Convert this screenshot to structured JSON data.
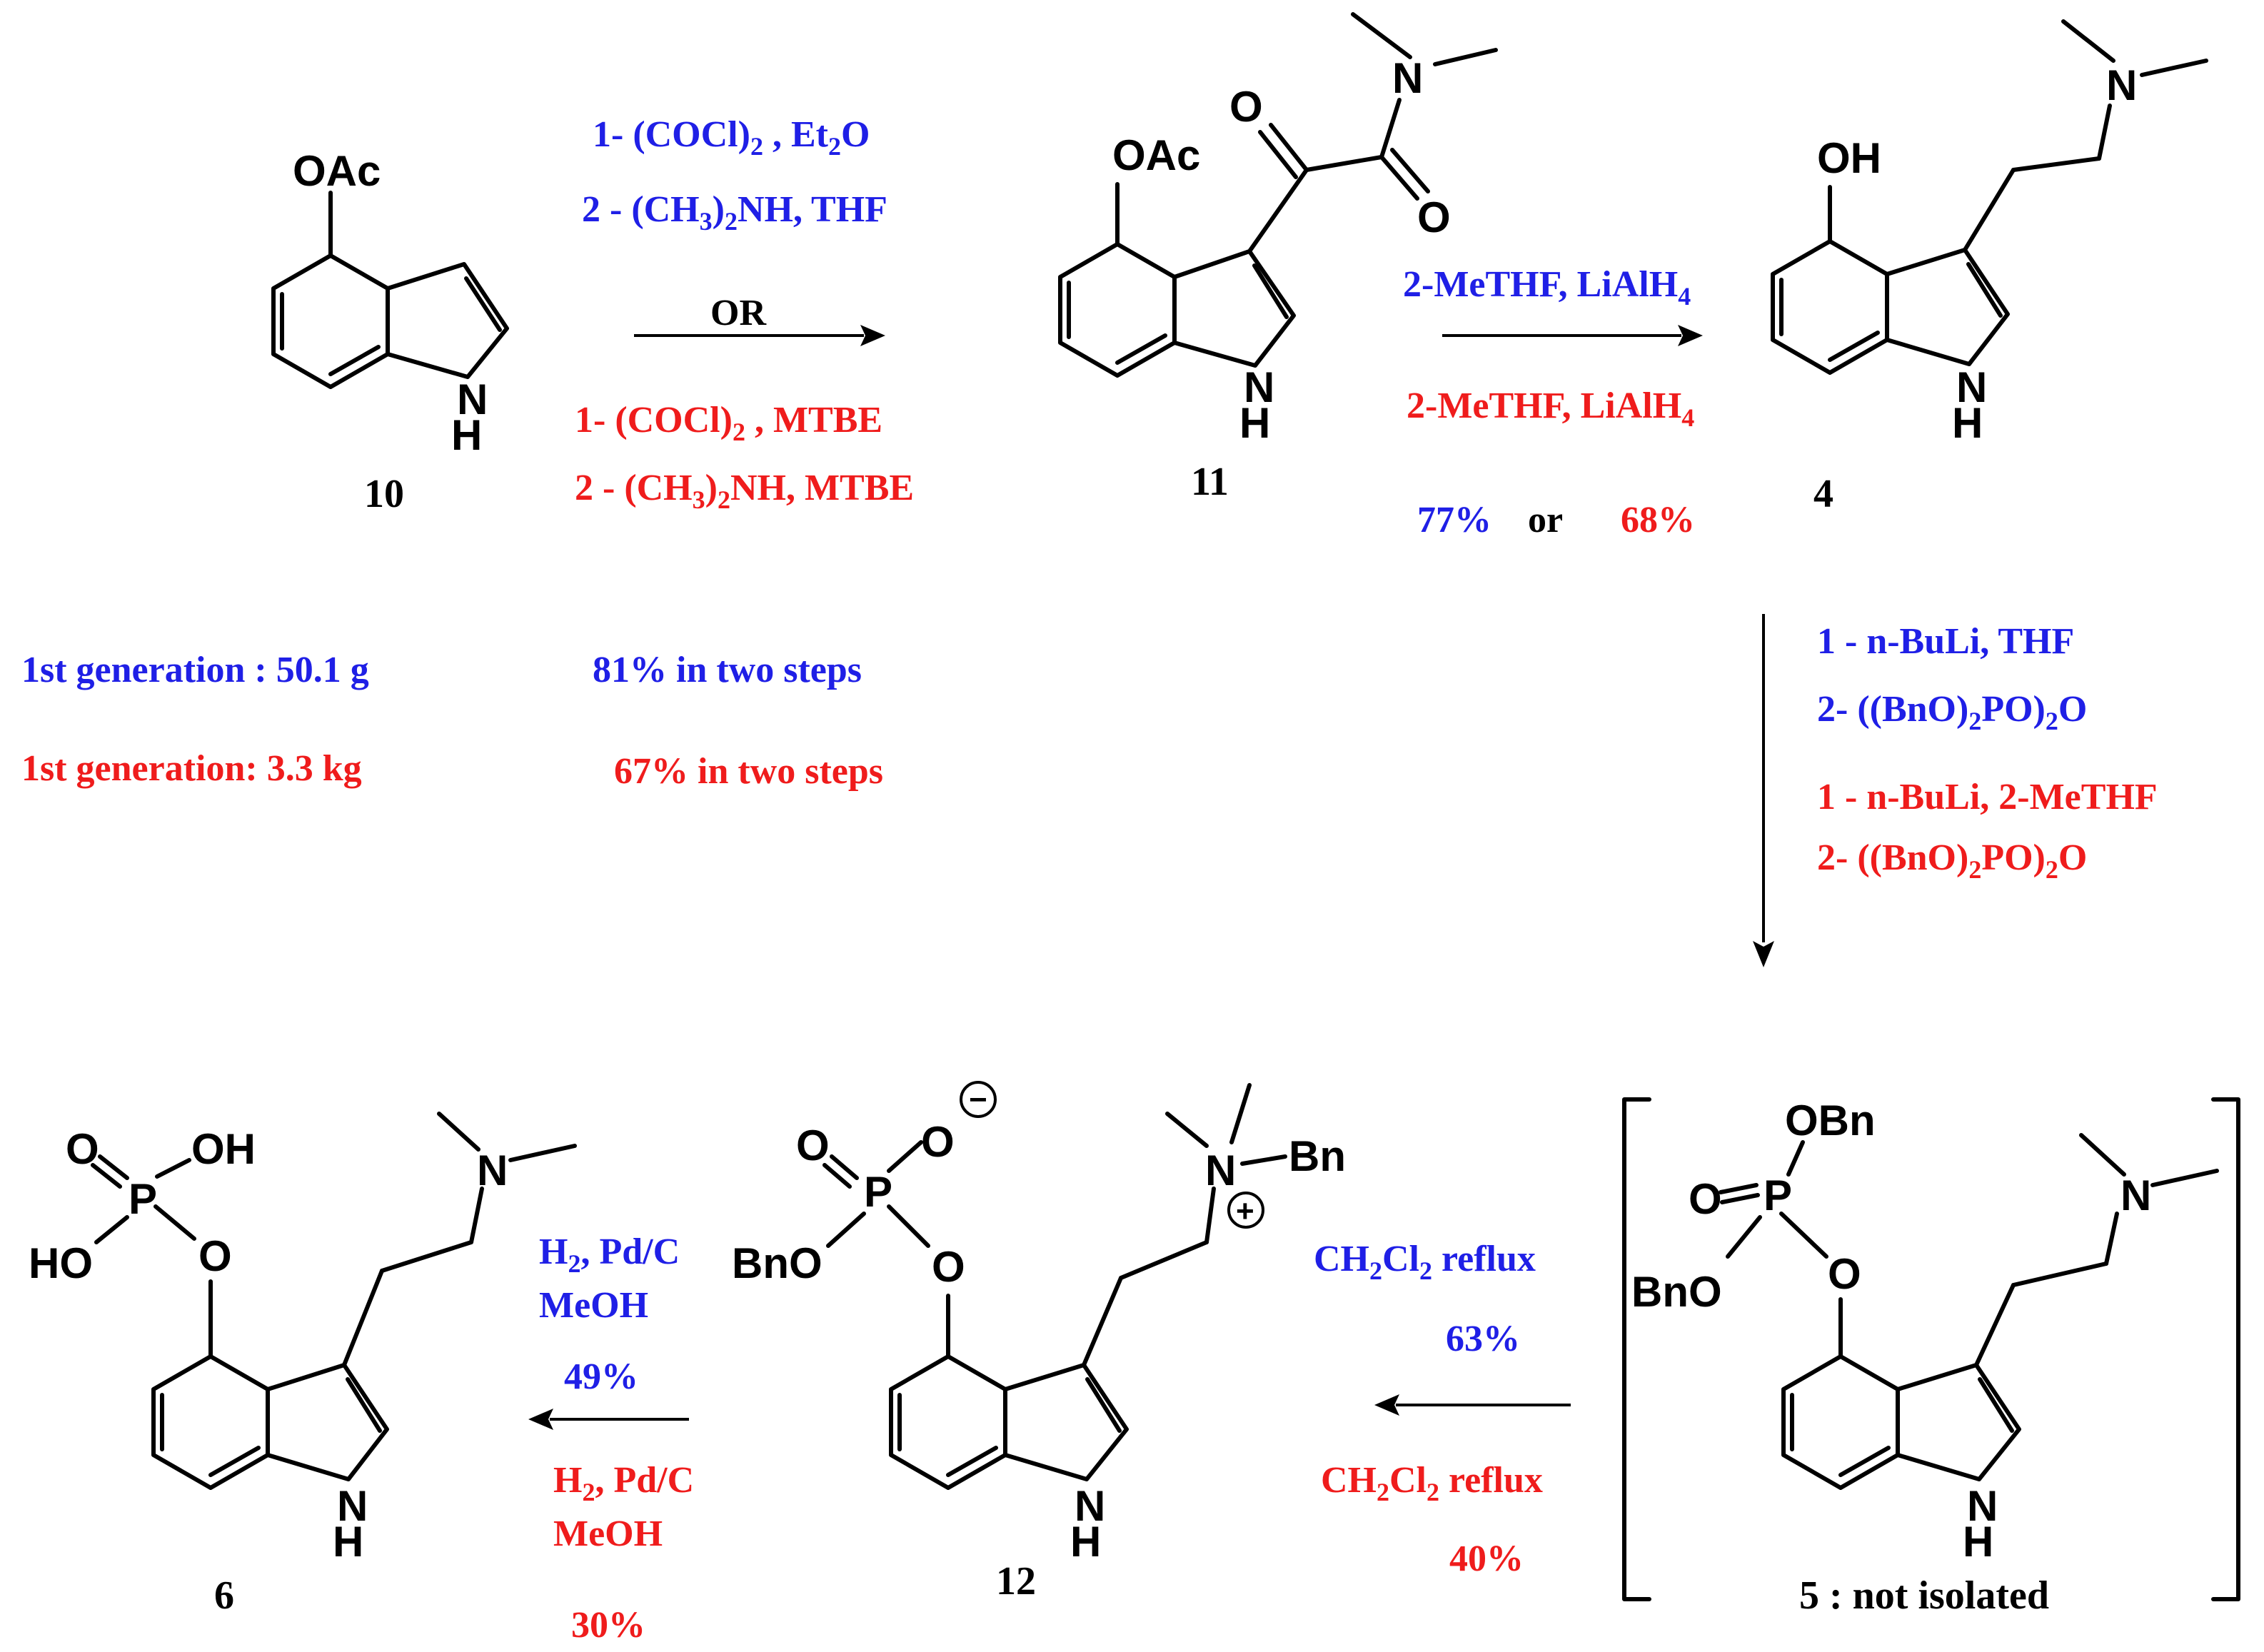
{
  "compounds": {
    "c10": {
      "label": "10",
      "oac": "OAc",
      "nh_n": "N",
      "nh_h": "H"
    },
    "c11": {
      "label": "11",
      "oac": "OAc",
      "o1": "O",
      "o2": "O",
      "n": "N",
      "nh_n": "N",
      "nh_h": "H"
    },
    "c4": {
      "label": "4",
      "oh": "OH",
      "n": "N",
      "nh_n": "N",
      "nh_h": "H"
    },
    "c5": {
      "label": "5 : not isolated",
      "obn1": "OBn",
      "obn2": "BnO",
      "p": "P",
      "o_dbl": "O",
      "o_ring": "O",
      "n": "N",
      "nh_n": "N",
      "nh_h": "H"
    },
    "c12": {
      "label": "12",
      "o_dbl": "O",
      "o_minus": "O",
      "minus": "−",
      "p": "P",
      "bno": "BnO",
      "o_ring": "O",
      "n": "N",
      "bn": "Bn",
      "plus": "+",
      "nh_n": "N",
      "nh_h": "H"
    },
    "c6": {
      "label": "6",
      "o_dbl": "O",
      "oh1": "OH",
      "ho": "HO",
      "p": "P",
      "o_ring": "O",
      "n": "N",
      "nh_n": "N",
      "nh_h": "H"
    }
  },
  "step1": {
    "blue_line1": "1- (COCl)",
    "blue_line1_sub": "2",
    "blue_line1_rest": " , Et",
    "blue_line1_sub2": "2",
    "blue_line1_end": "O",
    "blue_line2": "2 - (CH",
    "blue_line2_sub": "3",
    "blue_line2_mid": ")",
    "blue_line2_sub2": "2",
    "blue_line2_end": "NH, THF",
    "or": "OR",
    "red_line1": "1- (COCl)",
    "red_line1_sub": "2",
    "red_line1_end": " , MTBE",
    "red_line2": "2 - (CH",
    "red_line2_sub": "3",
    "red_line2_mid": ")",
    "red_line2_sub2": "2",
    "red_line2_end": "NH, MTBE"
  },
  "step2": {
    "blue": "2-MeTHF, LiAlH",
    "blue_sub": "4",
    "red": "2-MeTHF, LiAlH",
    "red_sub": "4",
    "yield_blue": "77%",
    "or": "or",
    "yield_red": "68%"
  },
  "generations": {
    "blue_label": "1st generation : 50.1 g",
    "blue_yield": "81% in two steps",
    "red_label": "1st generation: 3.3 kg",
    "red_yield": "67% in two steps"
  },
  "step3": {
    "blue1": "1 - n-BuLi, THF",
    "blue2a": "2- ((BnO)",
    "blue2_sub1": "2",
    "blue2b": "PO)",
    "blue2_sub2": "2",
    "blue2c": "O",
    "red1": "1 - n-BuLi, 2-MeTHF",
    "red2a": "2- ((BnO)",
    "red2_sub1": "2",
    "red2b": "PO)",
    "red2_sub2": "2",
    "red2c": "O"
  },
  "step4": {
    "blue_a": "CH",
    "blue_sub1": "2",
    "blue_b": "Cl",
    "blue_sub2": "2",
    "blue_c": " reflux",
    "yield_blue": "63%",
    "red_a": "CH",
    "red_sub1": "2",
    "red_b": "Cl",
    "red_sub2": "2",
    "red_c": " reflux",
    "yield_red": "40%"
  },
  "step5": {
    "blue_a": "H",
    "blue_sub": "2",
    "blue_b": ", Pd/C",
    "blue_solvent": "MeOH",
    "yield_blue": "49%",
    "red_a": "H",
    "red_sub": "2",
    "red_b": ", Pd/C",
    "red_solvent": "MeOH",
    "yield_red": "30%"
  },
  "colors": {
    "blue": "#1f1fe6",
    "red": "#ef1c1c",
    "black": "#000000"
  }
}
